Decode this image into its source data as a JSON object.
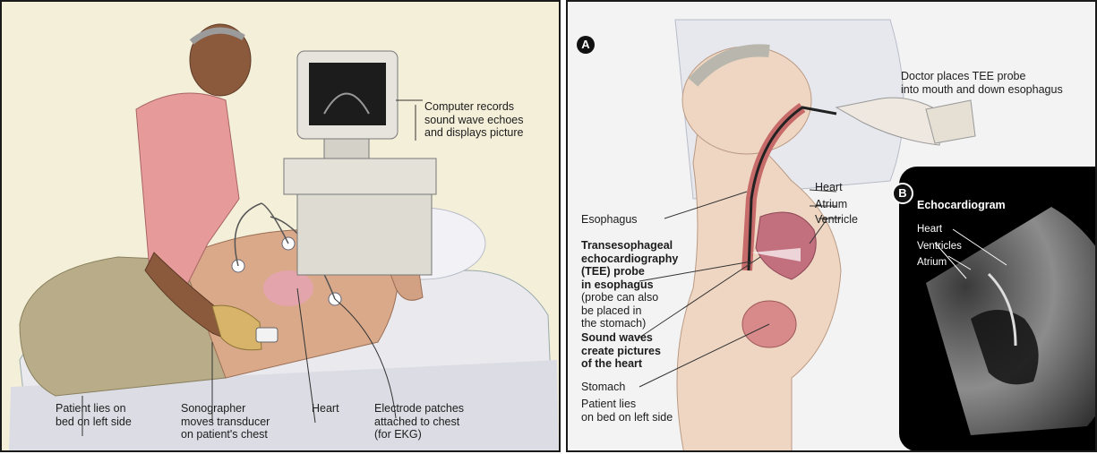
{
  "left_panel": {
    "labels": {
      "computer": "Computer records\nsound wave echoes\nand displays picture",
      "patient": "Patient lies on\nbed on left side",
      "sonographer": "Sonographer\nmoves transducer\non patient's chest",
      "heart": "Heart",
      "electrodes": "Electrode patches\nattached to chest\n(for EKG)"
    }
  },
  "right_panel": {
    "badge_a": "A",
    "badge_b": "B",
    "labels": {
      "doctor": "Doctor places TEE probe\ninto mouth and down esophagus",
      "esophagus": "Esophagus",
      "tee_probe": "Transesophageal\nechocardiography\n(TEE) probe\nin esophagus",
      "probe_note": "(probe can also\nbe placed in\nthe stomach)",
      "sound_waves": "Sound waves\ncreate pictures\nof the heart",
      "stomach": "Stomach",
      "patient": "Patient lies\non bed on left side",
      "heart": "Heart",
      "atrium": "Atrium",
      "ventricle": "Ventricle"
    },
    "echo": {
      "title": "Echocardiogram",
      "heart": "Heart",
      "ventricles": "Ventricles",
      "atrium": "Atrium"
    }
  },
  "colors": {
    "left_background": "#f4efd9",
    "right_background": "#f3f3f3",
    "skin": "#d9a98a",
    "shirt": "#e79a9a",
    "echo_background": "#000000"
  }
}
